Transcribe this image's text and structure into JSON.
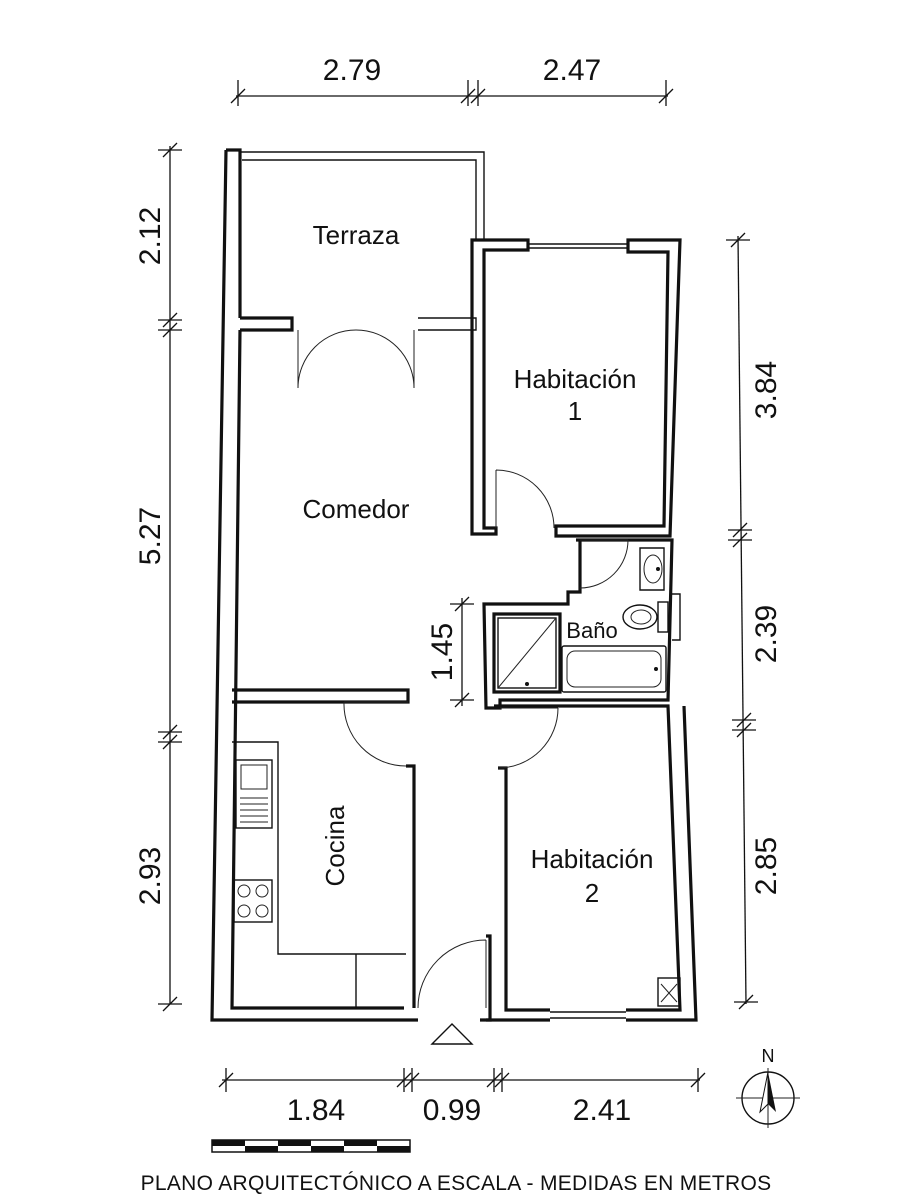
{
  "rooms": {
    "terraza": "Terraza",
    "habitacion1": [
      "Habitación",
      "1"
    ],
    "comedor": "Comedor",
    "bano": "Baño",
    "cocina": "Cocina",
    "habitacion2": [
      "Habitación",
      "2"
    ]
  },
  "dimensions": {
    "top_left": "2.79",
    "top_right": "2.47",
    "left_top": "2.12",
    "left_middle": "5.27",
    "left_bottom": "2.93",
    "right_top": "3.84",
    "right_middle": "2.39",
    "right_bottom": "2.85",
    "bottom_left": "1.84",
    "bottom_middle": "0.99",
    "bottom_right": "2.41",
    "hall": "1.45"
  },
  "compass": {
    "north": "N"
  },
  "caption": "PLANO ARQUITECTÓNICO A ESCALA - MEDIDAS EN METROS",
  "colors": {
    "ink": "#111111",
    "background": "#ffffff"
  }
}
